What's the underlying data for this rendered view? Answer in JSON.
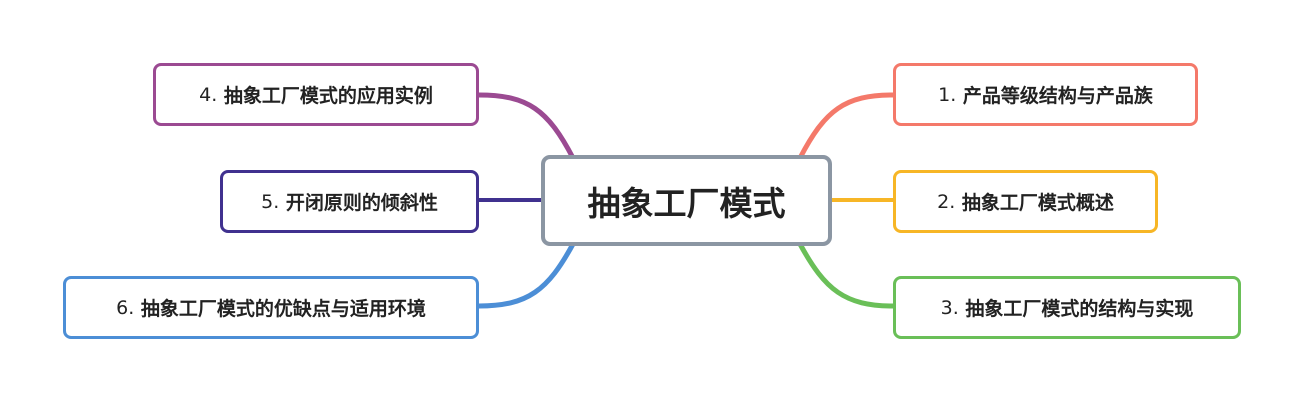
{
  "central_topic": {
    "label": "抽象工厂模式",
    "border_color": "#8b96a3"
  },
  "topics": [
    {
      "num": "1.",
      "label": "产品等级结构与产品族",
      "color": "#f4796a",
      "side": "right"
    },
    {
      "num": "2. ",
      "label": "抽象工厂模式概述",
      "color": "#f7b626",
      "side": "right"
    },
    {
      "num": "3.",
      "label": "抽象工厂模式的结构与实现",
      "color": "#6abf58",
      "side": "right"
    },
    {
      "num": "4.",
      "label": "抽象工厂模式的应用实例",
      "color": "#9b4a92",
      "side": "left"
    },
    {
      "num": "5.",
      "label": "开闭原则的倾斜性",
      "color": "#40318f",
      "side": "left"
    },
    {
      "num": "6.",
      "label": "抽象工厂模式的优缺点与适用环境",
      "color": "#4c8ed6",
      "side": "left"
    }
  ]
}
